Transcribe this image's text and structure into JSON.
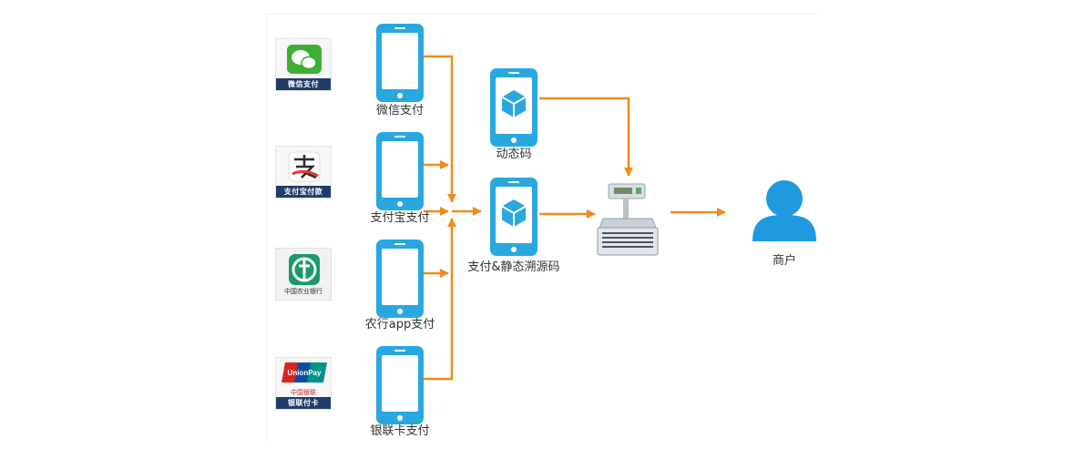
{
  "colors": {
    "phone_blue": "#29a8e0",
    "arrow_orange": "#f08a1c",
    "person_blue": "#1f9ae0"
  },
  "logos": {
    "wechat": {
      "caption": "微信支付",
      "icon": "wechat-pay-logo"
    },
    "alipay": {
      "caption": "支付宝付款",
      "icon": "alipay-logo"
    },
    "abc": {
      "caption": "中国农业银行",
      "icon": "agricultural-bank-logo"
    },
    "unionpay": {
      "caption": "银联付卡",
      "icon": "unionpay-logo",
      "sub_text": "中国银联"
    }
  },
  "payments": [
    {
      "label": "微信支付"
    },
    {
      "label": "支付宝支付"
    },
    {
      "label": "农行app支付"
    },
    {
      "label": "银联卡支付"
    }
  ],
  "codes": [
    {
      "label": "动态码"
    },
    {
      "label": "支付&静态溯源码"
    }
  ],
  "merchant": {
    "label": "商户",
    "icon": "person-icon"
  },
  "scale": {
    "icon": "electronic-scale-icon"
  }
}
